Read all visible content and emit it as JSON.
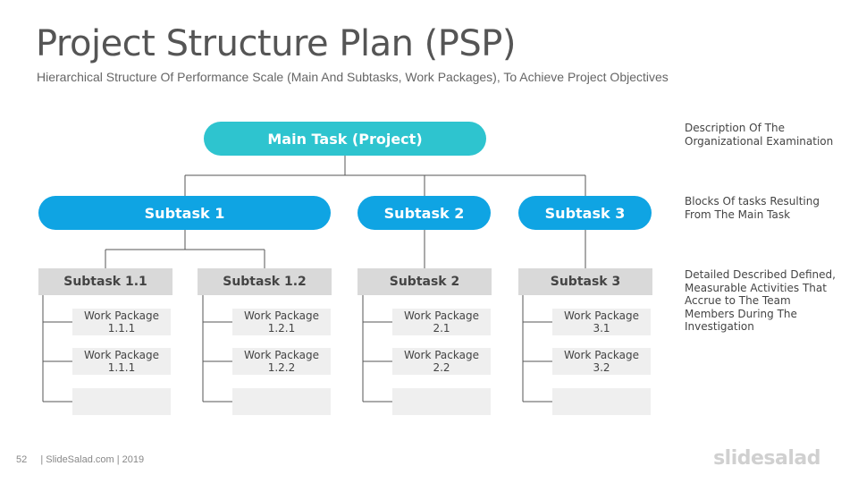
{
  "header": {
    "title": "Project Structure Plan (PSP)",
    "subtitle": "Hierarchical Structure Of Performance Scale (Main And Subtasks, Work Packages), To Achieve Project Objectives"
  },
  "diagram": {
    "main_task": "Main Task (Project)",
    "subtasks": [
      "Subtask 1",
      "Subtask 2",
      "Subtask 3"
    ],
    "level2": [
      "Subtask 1.1",
      "Subtask 1.2",
      "Subtask 2",
      "Subtask 3"
    ],
    "work_packages": [
      [
        {
          "line1": "Work Package",
          "line2": "1.1.1"
        },
        {
          "line1": "Work Package",
          "line2": "1.1.1"
        },
        {
          "line1": "",
          "line2": ""
        }
      ],
      [
        {
          "line1": "Work Package",
          "line2": "1.2.1"
        },
        {
          "line1": "Work Package",
          "line2": "1.2.2"
        },
        {
          "line1": "",
          "line2": ""
        }
      ],
      [
        {
          "line1": "Work Package",
          "line2": "2.1"
        },
        {
          "line1": "Work Package",
          "line2": "2.2"
        },
        {
          "line1": "",
          "line2": ""
        }
      ],
      [
        {
          "line1": "Work Package",
          "line2": "3.1"
        },
        {
          "line1": "Work Package",
          "line2": "3.2"
        },
        {
          "line1": "",
          "line2": ""
        }
      ]
    ],
    "colors": {
      "main": "#2ec4cf",
      "subtask": "#0fa4e3",
      "level2": "#d9d9d9",
      "work_package": "#efefef",
      "line": "#555555"
    }
  },
  "descriptions": [
    "Description Of The Organizational Examination",
    "Blocks Of tasks Resulting From The Main Task",
    "Detailed Described Defined, Measurable Activities That Accrue to The Team Members During The Investigation"
  ],
  "footer": {
    "page_number": "52",
    "source": "| SlideSalad.com | 2019",
    "logo": "slidesalad"
  }
}
